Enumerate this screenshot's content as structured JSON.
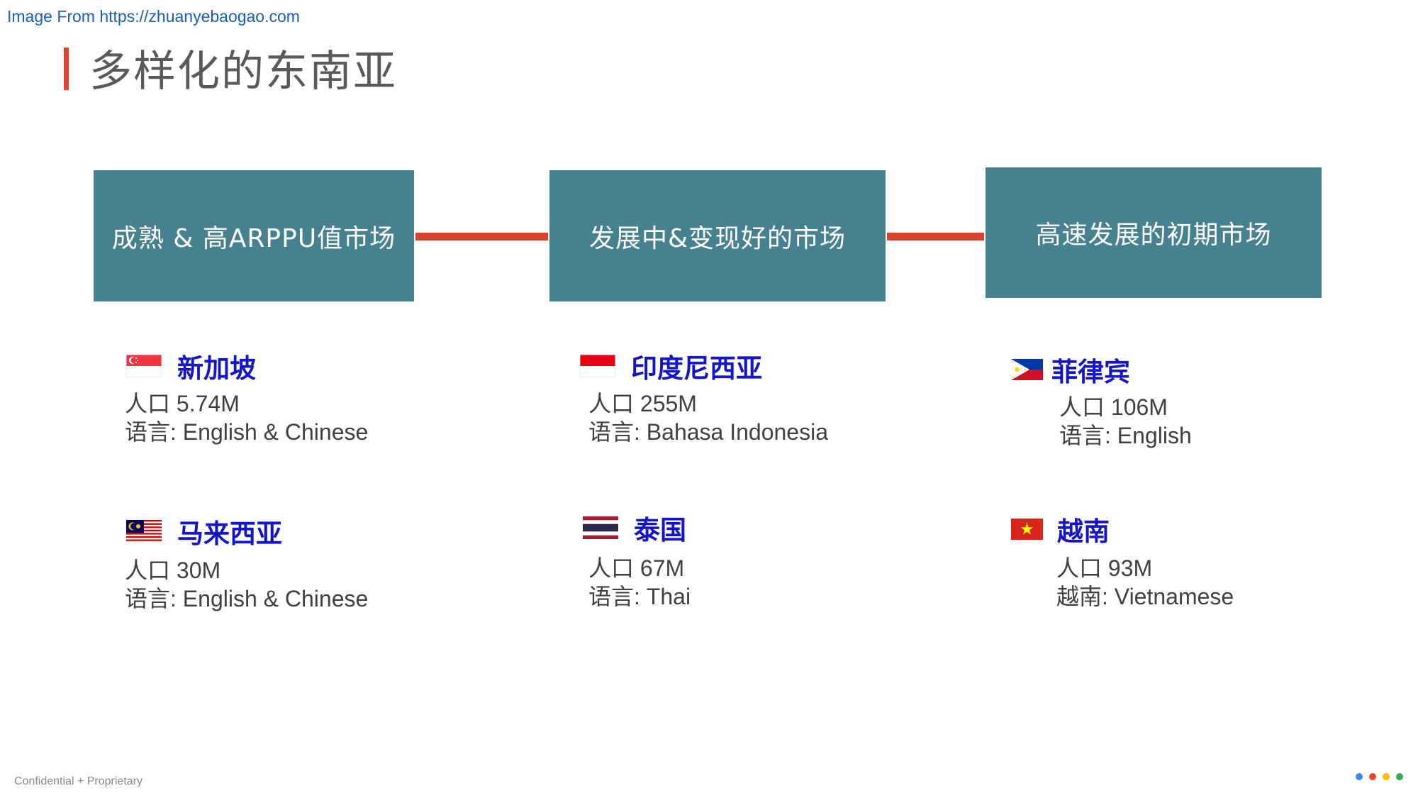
{
  "source_text": "Image From https://zhuanyebaogao.com",
  "title": "多样化的东南亚",
  "stages": [
    {
      "label": "成熟 & 高ARPPU值市场"
    },
    {
      "label": "发展中&变现好的市场"
    },
    {
      "label": "高速发展的初期市场"
    }
  ],
  "countries": [
    {
      "name": "新加坡",
      "pop_label": "人口",
      "pop": "5.74M",
      "lang_label": "语言",
      "lang": "English & Chinese",
      "flag": "singapore-flag"
    },
    {
      "name": "马来西亚",
      "pop_label": "人口",
      "pop": "30M",
      "lang_label": "语言",
      "lang": "English & Chinese",
      "flag": "malaysia-flag"
    },
    {
      "name": "印度尼西亚",
      "pop_label": "人口",
      "pop": "255M",
      "lang_label": "语言",
      "lang": "Bahasa Indonesia",
      "flag": "indonesia-flag"
    },
    {
      "name": "泰国",
      "pop_label": "人口",
      "pop": "67M",
      "lang_label": "语言",
      "lang": "Thai",
      "flag": "thailand-flag"
    },
    {
      "name": "菲律宾",
      "pop_label": "人口",
      "pop": "106M",
      "lang_label": "语言",
      "lang": "English",
      "flag": "philippines-flag"
    },
    {
      "name": "越南",
      "pop_label": "人口",
      "pop": "93M",
      "lang_label": "越南",
      "lang": "Vietnamese",
      "flag": "vietnam-flag"
    }
  ],
  "footer": "Confidential + Proprietary",
  "colors": {
    "accent": "#e0442e",
    "stage_box": "#46818f",
    "connector": "#d9432d",
    "country_name": "#1414c8",
    "dots": [
      "#4285f4",
      "#ea4335",
      "#fbbc05",
      "#34a853"
    ]
  }
}
